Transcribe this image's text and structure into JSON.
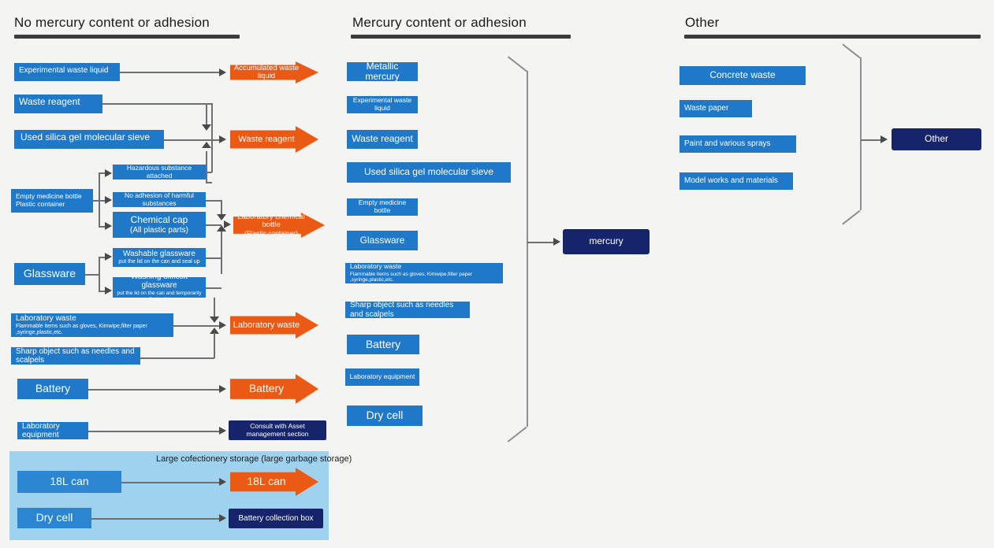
{
  "columns": {
    "left": {
      "title": "No mercury content or adhesion"
    },
    "middle": {
      "title": "Mercury content or adhesion"
    },
    "right": {
      "title": "Other"
    }
  },
  "colors": {
    "node_blue": "#2079c8",
    "arrow_orange": "#eb5a14",
    "navy": "#16256b",
    "panel_blue": "#9ed2ef",
    "rule_dark": "#3c3c3c",
    "connector_gray": "#7a7d80",
    "background": "#f4f5f3"
  },
  "left_column": {
    "sources": [
      {
        "label": "Experimental waste liquid"
      },
      {
        "label": "Waste reagent"
      },
      {
        "label": "Used silica gel molecular sieve"
      },
      {
        "label": "Empty medicine bottle",
        "label2": "Plastic container"
      },
      {
        "label": "Glassware"
      },
      {
        "label": "Laboratory waste",
        "sub": "Flammable items such as gloves, Kimwipe,filter paper ,syringe,plastic,etc."
      },
      {
        "label": "Sharp object such as needles and scalpels"
      },
      {
        "label": "Battery"
      },
      {
        "label": "Laboratory equipment"
      }
    ],
    "branches": [
      {
        "label": "Hazardous substance attached"
      },
      {
        "label": "No adhesion of harmful substances"
      },
      {
        "label": "Chemical cap",
        "sub": "(All plastic parts)"
      },
      {
        "label": "Washable glassware",
        "sub": "put the lid on the can and seal up"
      },
      {
        "label": "Washing difficult glassware",
        "sub": "put the lid on the can and temporarily fix the lid"
      }
    ],
    "destinations": [
      {
        "label": "Accumulated waste liquid",
        "kind": "arrow"
      },
      {
        "label": "Waste reagent",
        "kind": "arrow"
      },
      {
        "label": "Laboratory chemical bottle",
        "sub": "(Plastic container)",
        "kind": "arrow"
      },
      {
        "label": "Laboratory waste",
        "kind": "arrow"
      },
      {
        "label": "Battery",
        "kind": "arrow"
      },
      {
        "label": "Consult with Asset management section",
        "kind": "navy"
      }
    ],
    "panel": {
      "label": "Large cofectionery storage (large garbage storage)",
      "rows": [
        {
          "source": "18L can",
          "dest": "18L can",
          "dest_kind": "arrow"
        },
        {
          "source": "Dry cell",
          "dest": "Battery collection box",
          "dest_kind": "navy"
        }
      ]
    }
  },
  "middle_column": {
    "items": [
      {
        "label": "Metallic mercury"
      },
      {
        "label": "Experimental waste liquid"
      },
      {
        "label": "Waste reagent"
      },
      {
        "label": "Used silica gel molecular sieve"
      },
      {
        "label": "Empty medicine bottle"
      },
      {
        "label": "Glassware"
      },
      {
        "label": "Laboratory waste",
        "sub": "Flammable items such as gloves, Kimwipe,filter paper ,syringe,plastic,etc."
      },
      {
        "label": "Sharp object such as needles and scalpels"
      },
      {
        "label": "Battery"
      },
      {
        "label": "Laboratory equipment"
      },
      {
        "label": "Dry cell"
      }
    ],
    "output": {
      "label": "mercury"
    }
  },
  "right_column": {
    "items": [
      {
        "label": "Concrete waste"
      },
      {
        "label": "Waste paper"
      },
      {
        "label": "Paint and various sprays"
      },
      {
        "label": "Model works and materials"
      }
    ],
    "output": {
      "label": "Other"
    }
  }
}
